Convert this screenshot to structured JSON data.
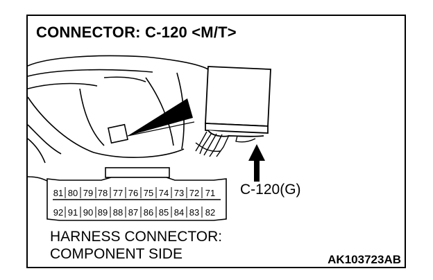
{
  "title": "CONNECTOR: C-120 <M/T>",
  "callout": "C-120(G)",
  "caption": {
    "line1": "HARNESS CONNECTOR:",
    "line2": "COMPONENT SIDE"
  },
  "code": "AK103723AB",
  "connector": {
    "top_row": [
      "81",
      "80",
      "79",
      "78",
      "77",
      "76",
      "75",
      "74",
      "73",
      "72",
      "71"
    ],
    "bottom_row": [
      "92",
      "91",
      "90",
      "89",
      "88",
      "87",
      "86",
      "85",
      "84",
      "83",
      "82"
    ]
  }
}
